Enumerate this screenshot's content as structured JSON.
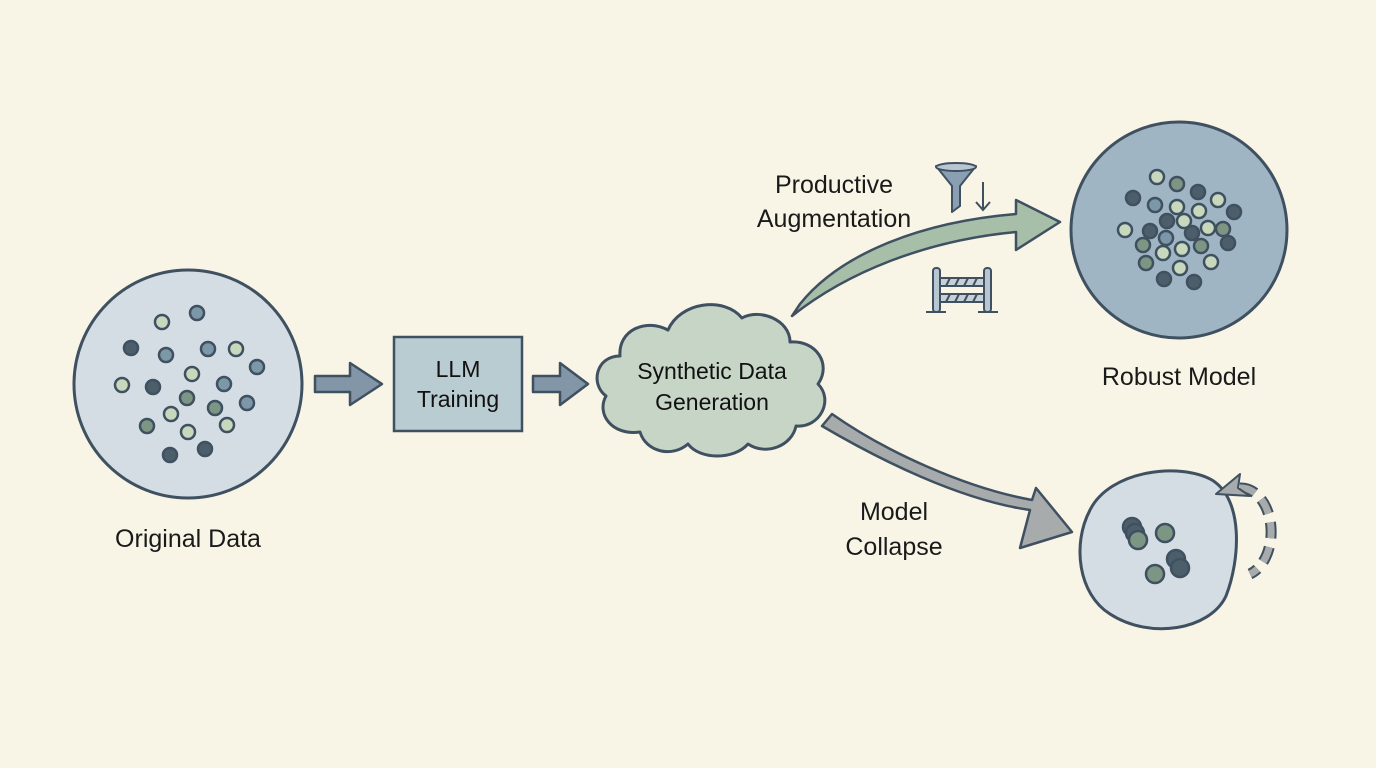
{
  "title": "Synthetic data: productive augmentation vs model collapse",
  "nodes": {
    "original_data": {
      "label": "Original Data"
    },
    "llm_training": {
      "line1": "LLM",
      "line2": "Training"
    },
    "synthetic_generation": {
      "line1": "Synthetic Data",
      "line2": "Generation"
    },
    "robust_model": {
      "label": "Robust Model"
    },
    "collapsed_model": {
      "label": ""
    }
  },
  "edges": {
    "productive": {
      "line1": "Productive",
      "line2": "Augmentation"
    },
    "collapse": {
      "line1": "Model",
      "line2": "Collapse"
    }
  },
  "icons": {
    "filter": "funnel-filter-icon",
    "barrier": "guardrail-barrier-icon",
    "feedback_loop": "recursive-loop-icon"
  },
  "colors": {
    "background": "#f8f4e6",
    "outline": "#3f5060",
    "original_fill": "#d4dde3",
    "robust_fill": "#9fb5c4",
    "box_fill": "#b9ccd2",
    "cloud_fill": "#c6d5c6",
    "green_arrow": "#a7bea8",
    "gray_arrow": "#a8abab",
    "blue_arrow": "#8296a8",
    "dot_light": "#c8d8bc",
    "dot_mid_green": "#7d9684",
    "dot_blue": "#7c97a8",
    "dot_dark": "#4d5e6b"
  }
}
